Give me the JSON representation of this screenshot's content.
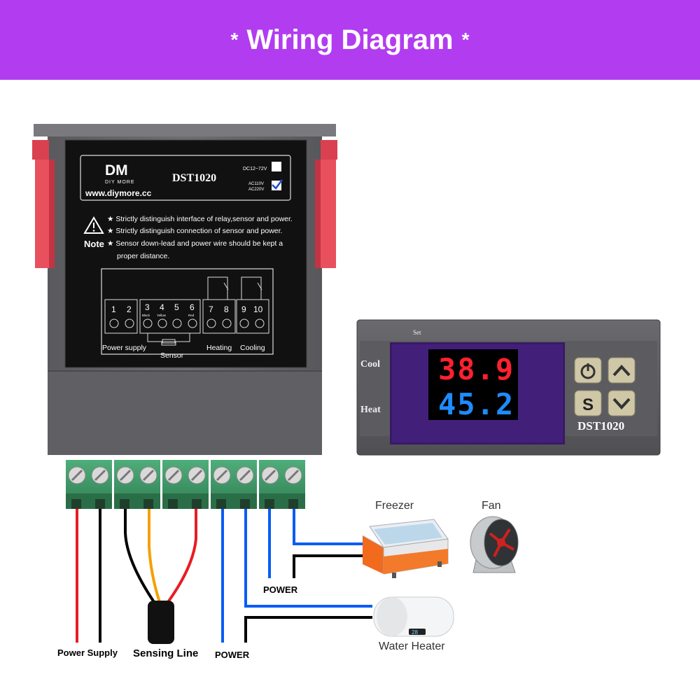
{
  "banner": {
    "star_left": "*",
    "title": "Wiring Diagram",
    "star_right": "*"
  },
  "rear_label": {
    "brand_logo": "DM",
    "brand_sub": "DIY MORE",
    "model": "DST1020",
    "website": "www.diymore.cc",
    "voltage_dc": "DC12~72V",
    "voltage_ac110": "AC110V",
    "voltage_ac220": "AC220V",
    "note_title": "Note",
    "notes": [
      "★ Strictly distinguish interface of relay,sensor and power.",
      "★ Strictly distinguish connection of sensor and power.",
      "★ Sensor down-lead and power wire should be kept a",
      "proper distance."
    ],
    "terminals": [
      "1",
      "2",
      "3",
      "4",
      "5",
      "6",
      "7",
      "8",
      "9",
      "10"
    ],
    "terminal_colors": [
      "Black",
      "Yellow",
      "Red"
    ],
    "group_labels": {
      "power": "Power supply",
      "sensor": "Sensor",
      "heating": "Heating",
      "cooling": "Cooling"
    }
  },
  "front_panel": {
    "set_label": "Set",
    "cool_label": "Cool",
    "heat_label": "Heat",
    "display_top": "38.9",
    "display_bottom": "45.2",
    "model": "DST1020",
    "buttons": {
      "power": "⏻",
      "up": "∧",
      "set": "S",
      "down": "∨"
    },
    "colors": {
      "top_digits": "#ff2030",
      "bottom_digits": "#1e8cff"
    }
  },
  "wiring_labels": {
    "power_supply": "Power Supply",
    "sensing_line": "Sensing Line",
    "power_left": "POWER",
    "power_mid": "POWER",
    "freezer": "Freezer",
    "fan": "Fan",
    "water_heater": "Water Heater",
    "heater_display": "28"
  }
}
